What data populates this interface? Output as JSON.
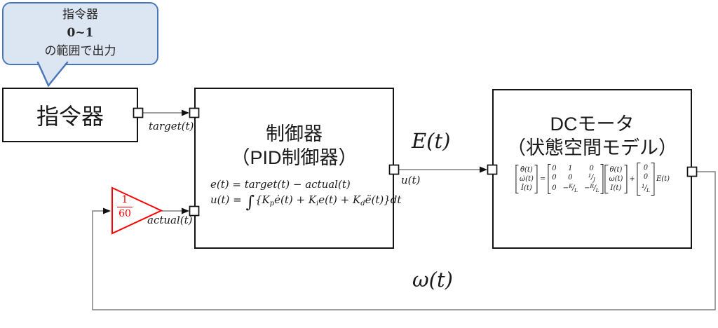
{
  "callout": {
    "lines": [
      "指令器",
      "0~1",
      "の範囲で出力"
    ]
  },
  "commander": {
    "title": "指令器"
  },
  "controller": {
    "title1": "制御器",
    "title2": "（PID制御器）",
    "eq1": "e(t) = target(t) − actual(t)",
    "eq2": {
      "lhs": "u(t) = ",
      "integral": "∫",
      "open": "{K",
      "sub_p": "p",
      "mid1": "ė(t) + K",
      "sub_i": "i",
      "mid2": "e(t) + K",
      "sub_d": "d",
      "tail": "ë(t)}dt"
    }
  },
  "motor": {
    "title1": "DCモータ",
    "title2": "（状態空間モデル）",
    "state_vec_dot": [
      "θ̇(t)",
      "ω̇(t)",
      "İ(t)"
    ],
    "equals": "=",
    "A": [
      [
        "0",
        "1",
        "0"
      ],
      [
        "0",
        "0",
        "1/J"
      ],
      [
        "0",
        "−K/L",
        "−R/L"
      ]
    ],
    "state_vec": [
      "θ(t)",
      "ω(t)",
      "I(t)"
    ],
    "plus": "+",
    "B": [
      "0",
      "0",
      "1/L"
    ],
    "input": "E(t)"
  },
  "gain": {
    "numerator": "1",
    "denominator": "60"
  },
  "signals": {
    "target": "target(t)",
    "actual": "actual(t)",
    "u": "u(t)",
    "E": "E(t)",
    "omega": "ω(t)"
  },
  "colors": {
    "callout_fill": "#dce6f2",
    "callout_border": "#4a77b9",
    "gain_red": "#ff0000",
    "wire_gray": "#808080",
    "block_border": "#141414"
  }
}
